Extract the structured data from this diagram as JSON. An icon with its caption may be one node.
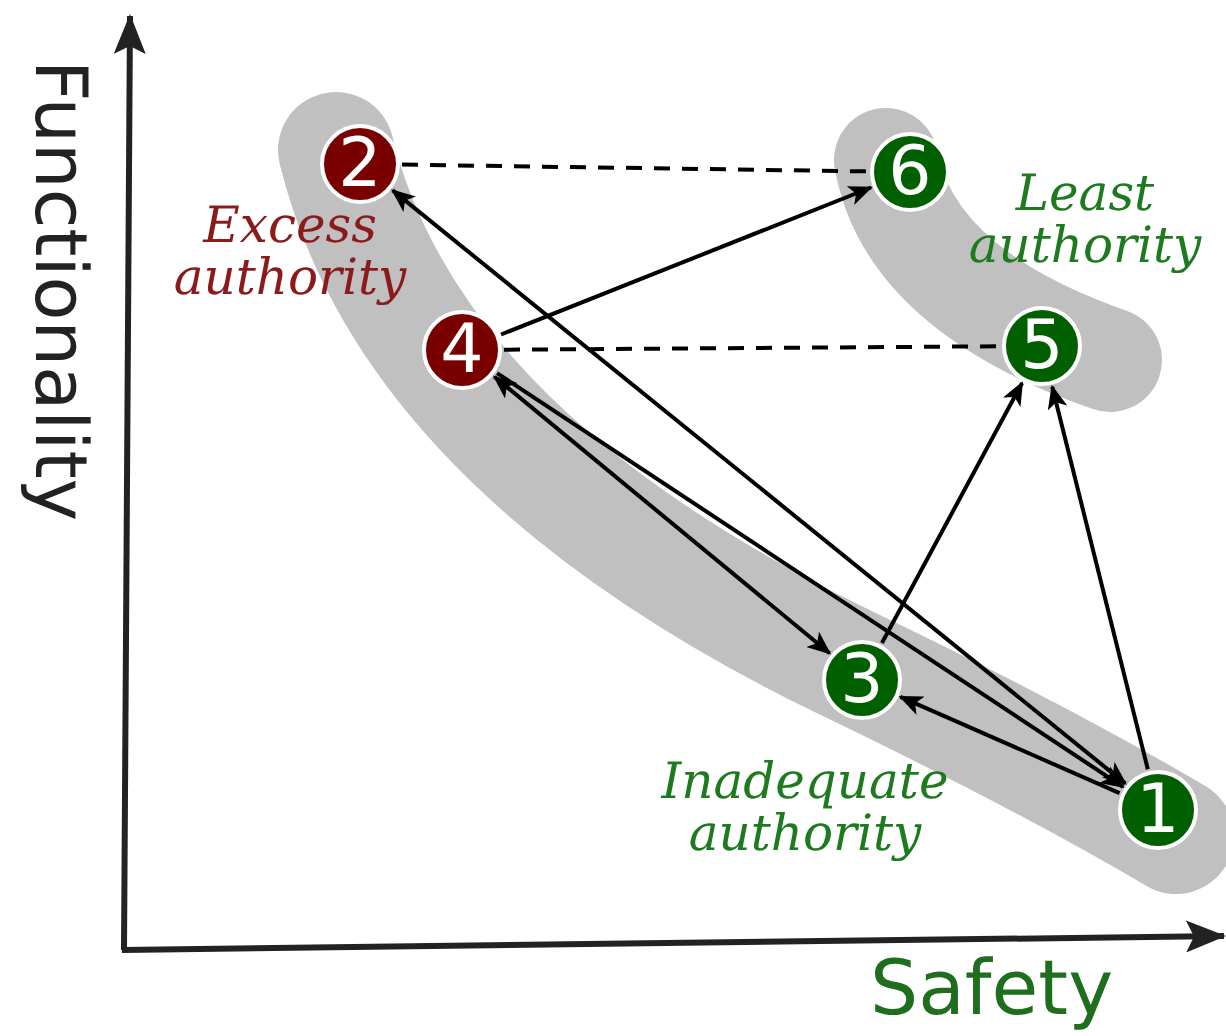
{
  "diagram": {
    "nodes": [
      {
        "text": [
          "2"
        ]
      },
      {
        "text": [
          "6"
        ]
      },
      {
        "text": [
          "4"
        ]
      },
      {
        "text": [
          "5"
        ]
      },
      {
        "text": [
          "3"
        ]
      },
      {
        "text": [
          "1"
        ]
      }
    ],
    "edges": [
      {
        "from": 0,
        "to": 1,
        "arrow": "none",
        "style": "dashed"
      },
      {
        "from": 2,
        "to": 3,
        "arrow": "none",
        "style": "dashed"
      },
      {
        "from": 2,
        "to": 1,
        "arrow": "to"
      },
      {
        "from": 5,
        "to": 0,
        "arrow": "both"
      },
      {
        "from": 2,
        "to": 5,
        "arrow": "to"
      },
      {
        "from": 2,
        "to": 4,
        "arrow": "both"
      },
      {
        "from": 5,
        "to": 4,
        "arrow": "to"
      },
      {
        "from": 4,
        "to": 3,
        "arrow": "to"
      },
      {
        "from": 5,
        "to": 3,
        "arrow": "to"
      }
    ],
    "labels": [
      "Functionality",
      "Excess authority",
      "Least authority",
      "Inadequate authority",
      "Safety"
    ]
  }
}
